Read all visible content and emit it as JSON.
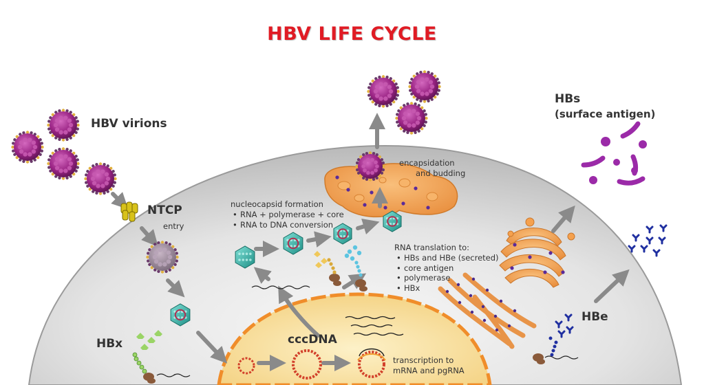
{
  "title": "HBV LIFE CYCLE",
  "labels": {
    "virions": "HBV virions",
    "ntcp": "NTCP",
    "entry": "entry",
    "hbs_title": "HBs",
    "hbs_sub": "(surface antigen)",
    "hbe": "HBe",
    "hbx": "HBx",
    "cccdna": "cccDNA",
    "encaps_1": "encapsidation",
    "encaps_2": "and budding",
    "transcription_1": "transcription to",
    "transcription_2": "mRNA and pgRNA"
  },
  "nucleocapsid": {
    "heading": "nucleocapsid formation",
    "items": [
      "RNA + polymerase + core",
      "RNA to DNA conversion"
    ]
  },
  "translation": {
    "heading": "RNA translation to:",
    "items": [
      "HBs and HBe (secreted)",
      "core antigen",
      "polymerase",
      "HBx"
    ]
  },
  "colors": {
    "title": "#e01b24",
    "cell": "#c9c9c9",
    "nucleus": "#f6d889",
    "er": "#f2a25a",
    "virion": "#a02a86",
    "capsid": "#3fb3a6",
    "hbs": "#9b2aa8",
    "hbe": "#1f2fa0",
    "ntcp": "#d8c21a"
  }
}
